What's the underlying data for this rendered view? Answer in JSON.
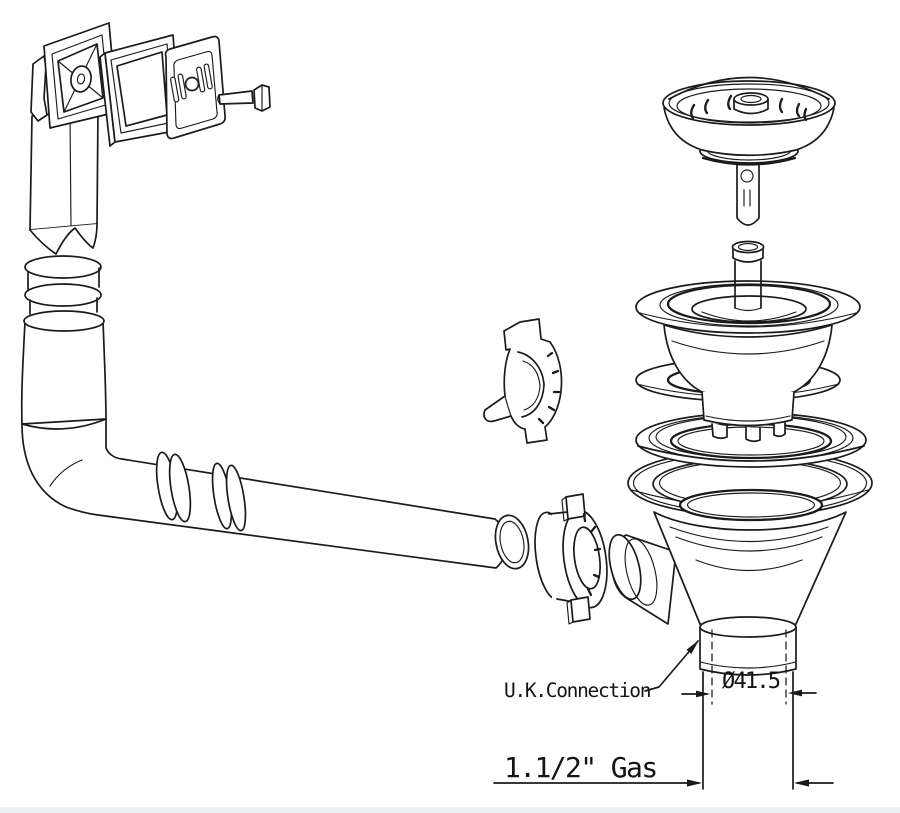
{
  "diagram": {
    "kind": "technical-exploded-line-drawing",
    "colors": {
      "background": "#ffffff",
      "line": "#1b1b1b",
      "text": "#141414",
      "scan_edge": "#edeff1"
    },
    "labels": {
      "uk_connection": "U.K.Connection",
      "inner_diameter": "Ø41.5",
      "thread_size": "1.1/2\" Gas"
    },
    "parts": [
      "overflow-body",
      "overflow-gasket",
      "overflow-cover-plate",
      "overflow-screw",
      "overflow-hose",
      "hose-elbow",
      "retaining-clip",
      "overflow-nut",
      "drain-body-funnel",
      "drain-flange",
      "sealing-ring",
      "flat-gasket",
      "strainer-body",
      "strainer-basket",
      "outlet-pipe"
    ]
  }
}
